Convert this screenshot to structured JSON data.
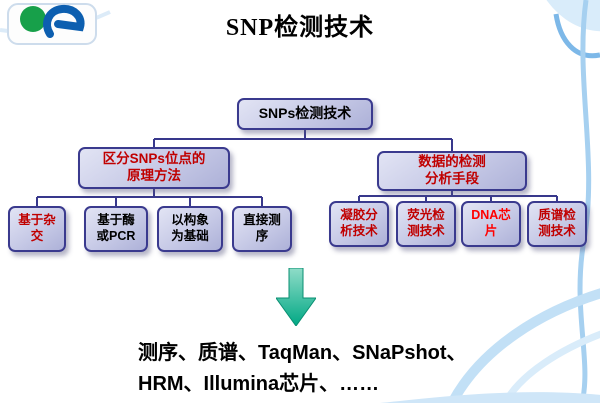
{
  "title": "SNP检测技术",
  "tree": {
    "root": "SNPs检测技术",
    "left": {
      "label": "区分SNPs位点的\n原理方法",
      "children": [
        {
          "label": "基于杂\n交",
          "color": "#c00000"
        },
        {
          "label": "基于酶\n或PCR",
          "color": "#000000"
        },
        {
          "label": "以构象\n为基础",
          "color": "#000000"
        },
        {
          "label": "直接测\n序",
          "color": "#000000"
        }
      ]
    },
    "right": {
      "label": "数据的检测\n分析手段",
      "children": [
        {
          "label": "凝胶分\n析技术",
          "color": "#c00000"
        },
        {
          "label": "荧光检\n测技术",
          "color": "#c00000"
        },
        {
          "label": "DNA芯\n片",
          "color": "#ff0000"
        },
        {
          "label": "质谱检\n测技术",
          "color": "#c00000"
        }
      ]
    }
  },
  "summary": "测序、质谱、TaqMan、SNaPshot、\nHRM、Illumina芯片、……",
  "colors": {
    "box_fill": "#c6c9e6",
    "box_border": "#3a3a8e",
    "branch_text_red": "#c00000",
    "dna_chip_red": "#ff0000",
    "arrow_green": "#00a884",
    "decor_blue": "#a6d0f0",
    "background": "#ffffff"
  }
}
